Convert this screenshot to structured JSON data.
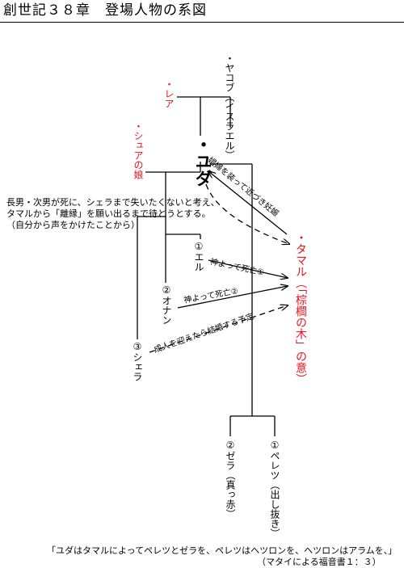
{
  "title": "創世記３８章　登場人物の系図",
  "people": {
    "jacob": "・ヤコブ（イスラエル）",
    "leah": "・レア",
    "shua_daughter": "・シュアの娘",
    "judah": "・ユダ",
    "tamar": "・タマル（「棕櫚の木」の意）",
    "er": "①エル",
    "onan": "②オナン",
    "shelah": "③シェラ",
    "zerah": "②ゼラ（真っ赤）",
    "perez": "①ペレツ（出し抜き）"
  },
  "annotations": {
    "judah_note_1": "長男・次男が死に、シェラまで失いたくないと考え、",
    "judah_note_2": "タマルから「離縁」を願い出るまで待とうとする。",
    "judah_note_3": "（自分から声をかけたことから）",
    "tamar_to_judah": "娼婦を装って近づき妊娠",
    "er_died": "神よって死亡①",
    "onan_died": "神よって死亡②",
    "shelah_plan": "成人を迎えたら結婚する予定"
  },
  "quote": {
    "line1": "「ユダはタマルによってペレツとゼラを、ペレツはヘツロンを、ヘツロンはアラムを、」",
    "line2": "（マタイによる福音書１：３）"
  },
  "colors": {
    "accent": "#e8141c",
    "line": "#000000"
  }
}
